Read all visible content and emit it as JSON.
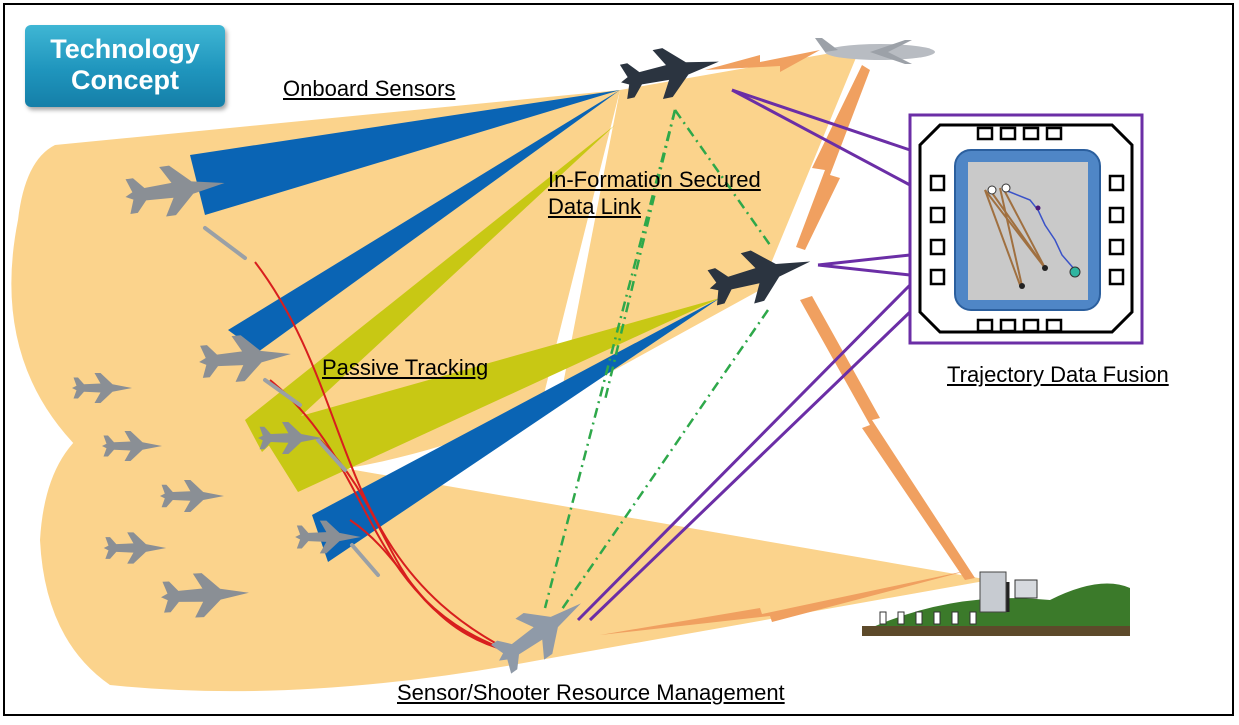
{
  "badge": {
    "line1": "Technology",
    "line2": "Concept"
  },
  "labels": {
    "onboard_sensors": "Onboard Sensors",
    "formation_line1": "In-Formation Secured",
    "formation_line2": "Data Link",
    "passive_tracking": "Passive Tracking",
    "trajectory_fusion": "Trajectory Data Fusion",
    "resource_mgmt": "Sensor/Shooter Resource Management"
  },
  "colors": {
    "coverage": "#fbd38c",
    "radar_beam": "#0a64b4",
    "passive_beam": "#c8c814",
    "datalink": "#6b2ea6",
    "secure_link": "#2ea84a",
    "relay_bolt": "#f0a060",
    "missile_track": "#d81e1e",
    "badge": "#1f95bd"
  },
  "icons": {
    "aircraft": "fighter-jet-icon",
    "awacs": "awacs-aircraft-icon",
    "ground_station": "ground-station-icon",
    "display": "mfd-display-icon"
  }
}
